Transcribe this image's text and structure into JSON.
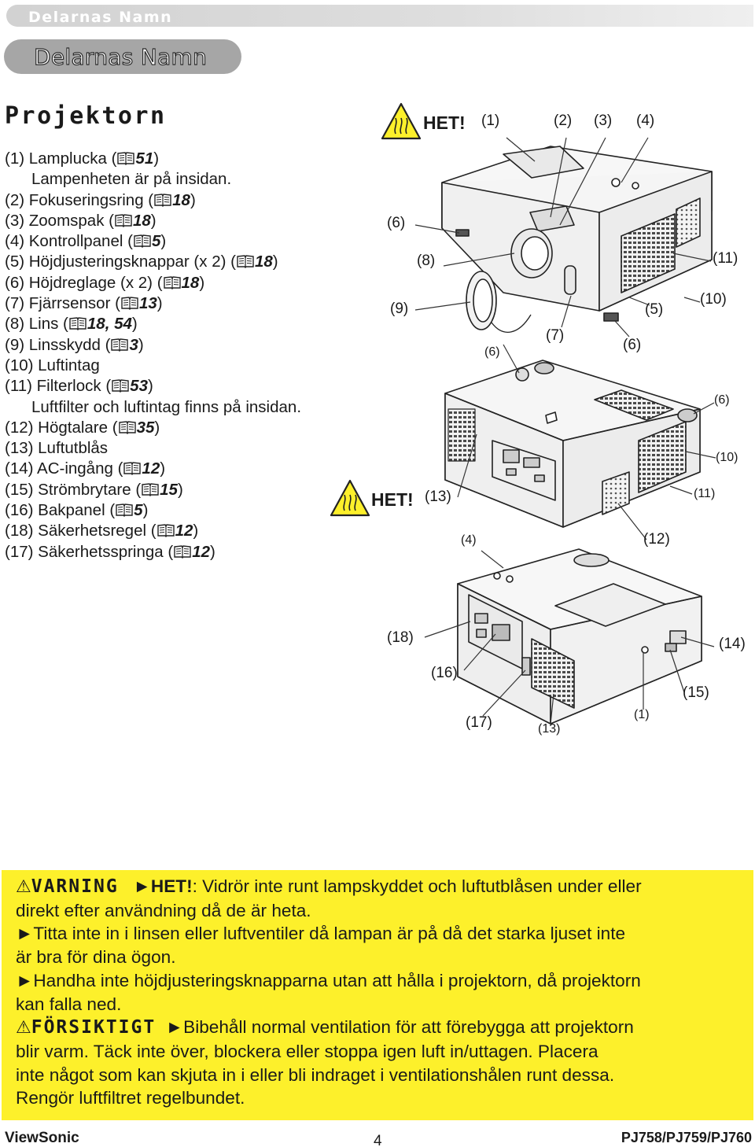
{
  "header": {
    "band_title": "Delarnas Namn",
    "pill_title": "Delarnas Namn"
  },
  "section_title": "Projektorn",
  "parts": [
    {
      "text": "(1) Lamplucka (",
      "page": "51",
      "close": ")"
    },
    {
      "text": "Lampenheten är på insidan.",
      "sub": true
    },
    {
      "text": "(2) Fokuseringsring (",
      "page": "18",
      "close": ")"
    },
    {
      "text": "(3) Zoomspak (",
      "page": "18",
      "close": ")"
    },
    {
      "text": "(4) Kontrollpanel (",
      "page": "5",
      "close": ")"
    },
    {
      "text": "(5) Höjdjusteringsknappar (x 2) (",
      "page": "18",
      "close": ")"
    },
    {
      "text": "(6) Höjdreglage (x 2) (",
      "page": "18",
      "close": ")"
    },
    {
      "text": "(7) Fjärrsensor (",
      "page": "13",
      "close": ")"
    },
    {
      "text": "(8) Lins (",
      "page": "18, 54",
      "close": ")"
    },
    {
      "text": "(9) Linsskydd (",
      "page": "3",
      "close": ")"
    },
    {
      "text": "(10) Luftintag"
    },
    {
      "text": "(11) Filterlock (",
      "page": "53",
      "close": ")"
    },
    {
      "text": "Luftfilter och luftintag finns på insidan.",
      "sub": true
    },
    {
      "text": "(12) Högtalare (",
      "page": "35",
      "close": ")"
    },
    {
      "text": "(13) Luftutblås"
    },
    {
      "text": "(14) AC-ingång (",
      "page": "12",
      "close": ")"
    },
    {
      "text": "(15) Strömbrytare (",
      "page": "15",
      "close": ")"
    },
    {
      "text": "(16) Bakpanel  (",
      "page": "5",
      "close": ")"
    },
    {
      "text": "(18) Säkerhetsregel (",
      "page": "12",
      "close": ")"
    },
    {
      "text": "(17) Säkerhetsspringa (",
      "page": "12",
      "close": ")"
    }
  ],
  "diagram": {
    "het1": "HET!",
    "het2": "HET!",
    "callouts": {
      "c1a": "(1)",
      "c2": "(2)",
      "c3": "(3)",
      "c4a": "(4)",
      "c6a": "(6)",
      "c8": "(8)",
      "c9": "(9)",
      "c11a": "(11)",
      "c10a": "(10)",
      "c5": "(5)",
      "c7": "(7)",
      "c6b": "(6)",
      "c6c": "(6)",
      "c6d": "(6)",
      "c10b": "(10)",
      "c11b": "(11)",
      "c13a": "(13)",
      "c4b": "(4)",
      "c12": "(12)",
      "c18": "(18)",
      "c14": "(14)",
      "c16": "(16)",
      "c15": "(15)",
      "c17": "(17)",
      "c13b": "(13)",
      "c1b": "(1)"
    }
  },
  "warning": {
    "varning_label": "VARNING",
    "het_label": "►HET!",
    "line1_rest": ": Vidrör inte runt lampskyddet och luftutblåsen under eller",
    "line2": "direkt efter användning då de är heta.",
    "line3": "►Titta inte in i linsen eller luftventiler då lampan är på då det starka ljuset inte",
    "line4": "är bra för dina ögon.",
    "line5": "►Handha inte höjdjusteringsknapparna utan att hålla i projektorn, då projektorn",
    "line6": "kan falla ned.",
    "forsiktigt_label": "FÖRSIKTIGT",
    "line7_rest": "►Bibehåll normal ventilation för att förebygga att projektorn",
    "line8": "blir varm. Täck inte över, blockera eller stoppa igen luft in/uttagen. Placera",
    "line9": "inte något som kan skjuta in i eller bli indraget i ventilationshålen runt dessa.",
    "line10": "Rengör luftfiltret regelbundet.",
    "tri_icon": "warning-triangle-icon",
    "color": "#fdf02b"
  },
  "footer": {
    "brand": "ViewSonic",
    "page": "4",
    "model": "PJ758/PJ759/PJ760"
  }
}
